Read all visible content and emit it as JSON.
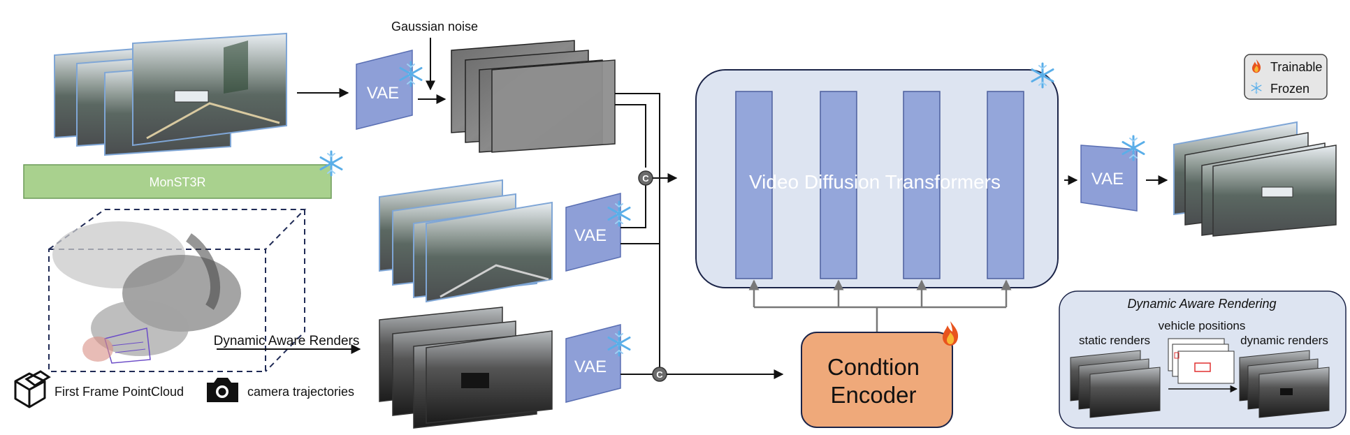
{
  "labels": {
    "gaussian_noise": "Gaussian noise",
    "monst3r": "MonST3R",
    "vae": "VAE",
    "concat": "C",
    "dit": "Video Diffusion Transformers",
    "condition_encoder_line1": "Condtion",
    "condition_encoder_line2": "Encoder",
    "dynamic_aware_renders": "Dynamic Aware Renders",
    "first_frame_pointcloud": "First Frame PointCloud",
    "camera_trajectories": "camera trajectories"
  },
  "legend": {
    "trainable": "Trainable",
    "frozen": "Frozen"
  },
  "dynamic_panel": {
    "title": "Dynamic Aware Rendering",
    "static_renders": "static renders",
    "vehicle_positions": "vehicle positions",
    "dynamic_renders": "dynamic renders"
  },
  "colors": {
    "vae_fill": "#8e9fd7",
    "dit_panel_fill": "#dde4f1",
    "dit_block_fill": "#94a6da",
    "monst3r_fill": "#a9d18e",
    "condition_fill": "#efa97a",
    "legend_fill": "#e6e6e6",
    "frozen_icon": "#6fb7ee",
    "trainable_icon": "#e8541e"
  }
}
